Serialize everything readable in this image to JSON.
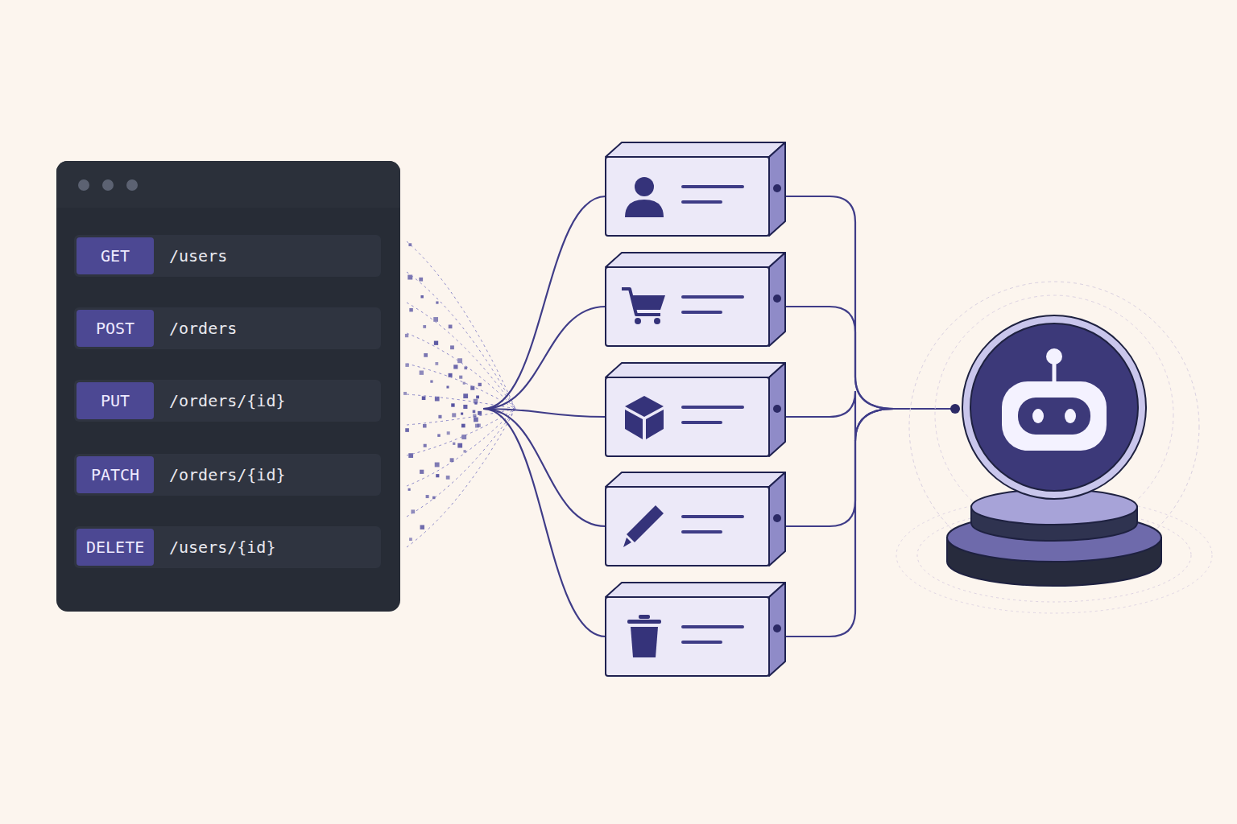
{
  "diagram": {
    "nodes": [
      {
        "text": [
          "GET",
          "/users"
        ]
      },
      {
        "text": [
          "POST",
          "/orders"
        ]
      },
      {
        "text": [
          "PUT",
          "/orders/{id}"
        ]
      },
      {
        "text": [
          "PATCH",
          "/orders/{id}"
        ]
      },
      {
        "text": [
          "DELETE",
          "/users/{id}"
        ]
      }
    ]
  }
}
